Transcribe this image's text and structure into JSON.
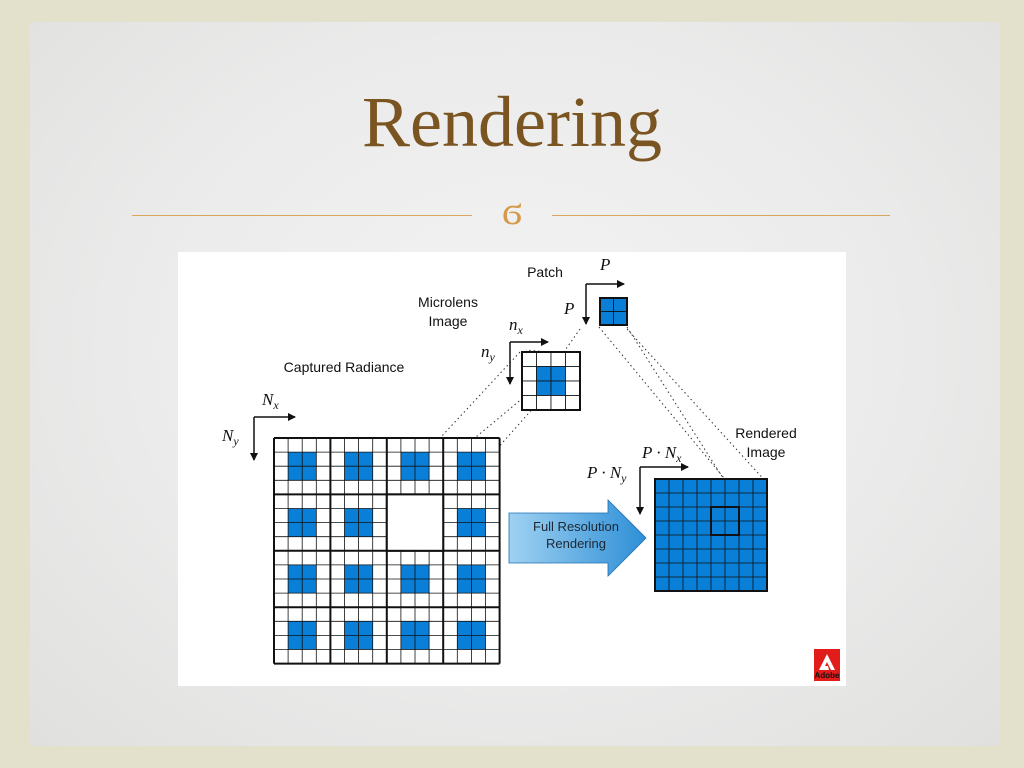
{
  "slide": {
    "title": "Rendering",
    "flourish_glyph": "ϭ"
  },
  "figure": {
    "labels": {
      "patch": "Patch",
      "microlens_image": [
        "Microlens",
        "Image"
      ],
      "captured_radiance": "Captured Radiance",
      "rendered_image": [
        "Rendered",
        "Image"
      ],
      "arrow_text": [
        "Full Resolution",
        "Rendering"
      ]
    },
    "math": {
      "P": "P",
      "n_x": "n",
      "n_x_sub": "x",
      "n_y": "n",
      "n_y_sub": "y",
      "N_x": "N",
      "N_x_sub": "x",
      "N_y": "N",
      "N_y_sub": "y",
      "P_dot_N_x": "P · N",
      "P_dot_N_x_sub": "x",
      "P_dot_N_y": "P · N",
      "P_dot_N_y_sub": "y"
    },
    "logo_text": "Adobe",
    "colors": {
      "cell_blue": "#0a7fd8",
      "grid_line": "#111111",
      "arrow_light": "#9fd1f2",
      "arrow_dark": "#2e8fd6",
      "logo_red": "#e21b1b"
    }
  }
}
